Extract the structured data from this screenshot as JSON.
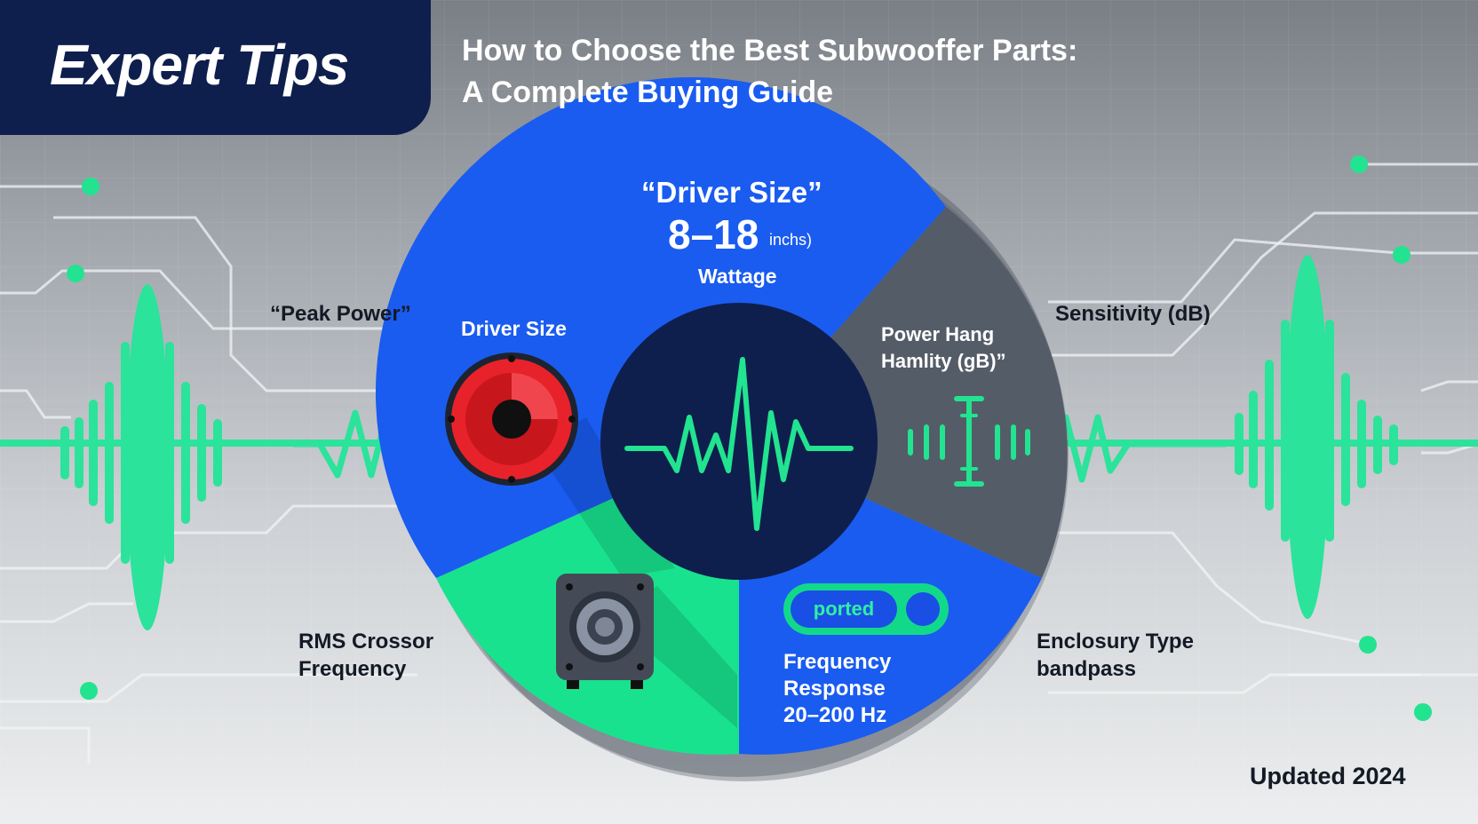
{
  "badge": {
    "text": "Expert Tips"
  },
  "title": {
    "line1": "How to Choose the Best Subwooffer Parts:",
    "line2": "A Complete Buying Guide"
  },
  "wheel": {
    "top": {
      "quote": "“Driver Size”",
      "range": "8–18",
      "unit": "inchs)",
      "caption": "Wattage"
    },
    "left_label": "Driver Size",
    "right_label_line1": "Power Hang",
    "right_label_line2": "Hamlity (gB)”",
    "toggle_label": "ported",
    "freq_line1": "Frequency",
    "freq_line2": "Response",
    "freq_line3": "20–200 Hz"
  },
  "side_labels": {
    "peak_power": "“Peak Power”",
    "sensitivity": "Sensitivity (dB)",
    "rms_line1": "RMS Crossor",
    "rms_line2": "Frequency",
    "enclosure_line1": "Enclosury Type",
    "enclosure_line2": "bandpass"
  },
  "footer": {
    "updated": "Updated 2024"
  },
  "colors": {
    "navy": "#0e1f4d",
    "blue": "#1a5cf0",
    "green": "#19e28f",
    "gray": "#545c68",
    "red": "#e8222a",
    "wave": "#2be39a"
  },
  "icons": [
    "speaker-driver-icon",
    "waveform-icon",
    "meter-bars-icon",
    "subwoofer-box-icon",
    "toggle-switch-icon"
  ]
}
